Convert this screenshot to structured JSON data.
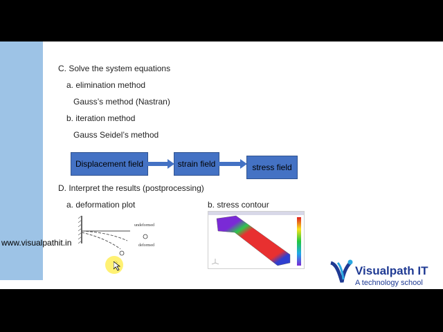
{
  "slide": {
    "heading_c": "C. Solve the system equations",
    "item_a": "a. elimination method",
    "item_a_sub": "Gauss’s method (Nastran)",
    "item_b": "b. iteration method",
    "item_b_sub": "Gauss Seidel’s method",
    "flow": {
      "box1": "Displacement field",
      "box2": "strain field",
      "box3": "stress field"
    },
    "heading_d": "D. Interpret the results (postprocessing)",
    "deformation_label": "a. deformation plot",
    "stress_label": "b. stress contour",
    "deform_plot": {
      "undeformed": "undeformed",
      "deformed": "deformed"
    }
  },
  "branding": {
    "website": "www.visualpathit.in",
    "logo_title": "Visualpath IT",
    "logo_subtitle": "A technology school"
  },
  "colors": {
    "sidebar": "#9dc3e6",
    "flow_box": "#4472c4",
    "logo": "#1f3a93"
  }
}
